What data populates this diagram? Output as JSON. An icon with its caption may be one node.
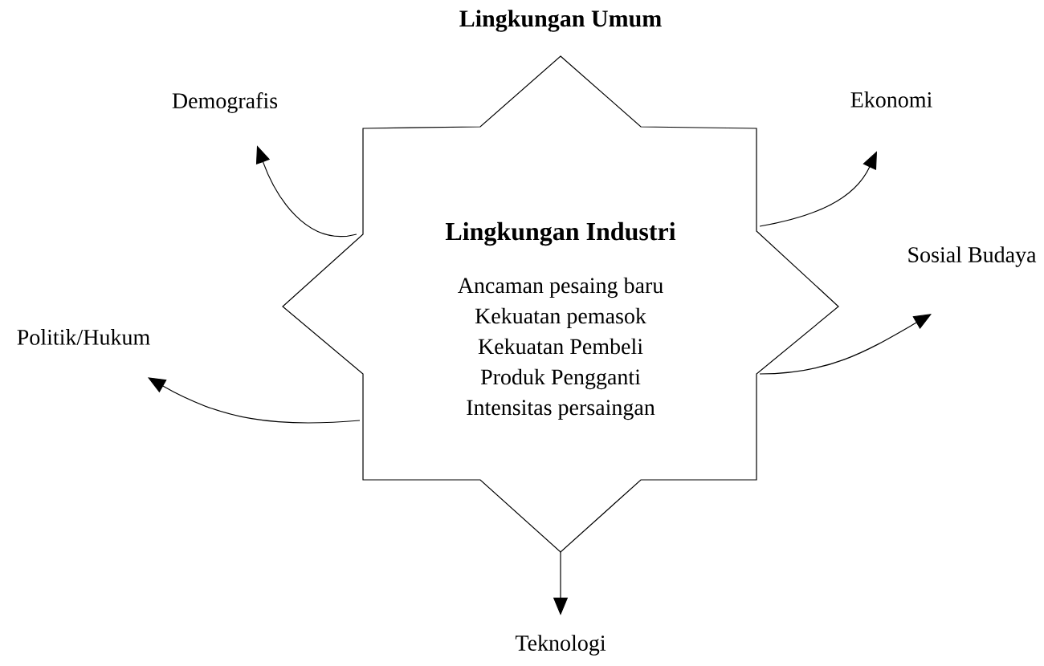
{
  "diagram": {
    "title": "Lingkungan Umum",
    "nodes": [
      {
        "text": [
          "Lingkungan Industri",
          "Ancaman pesaing baru",
          "Kekuatan pemasok",
          "Kekuatan Pembeli",
          "Produk Pengganti",
          "Intensitas persaingan"
        ]
      },
      {
        "text": [
          "Demografis"
        ]
      },
      {
        "text": [
          "Ekonomi"
        ]
      },
      {
        "text": [
          "Sosial Budaya"
        ]
      },
      {
        "text": [
          "Politik/Hukum"
        ]
      },
      {
        "text": [
          "Teknologi"
        ]
      }
    ],
    "edges": [
      {
        "from": 0,
        "to": 1,
        "arrow": "to"
      },
      {
        "from": 0,
        "to": 2,
        "arrow": "to"
      },
      {
        "from": 0,
        "to": 3,
        "arrow": "to"
      },
      {
        "from": 0,
        "to": 4,
        "arrow": "to"
      },
      {
        "from": 0,
        "to": 5,
        "arrow": "to"
      }
    ]
  }
}
